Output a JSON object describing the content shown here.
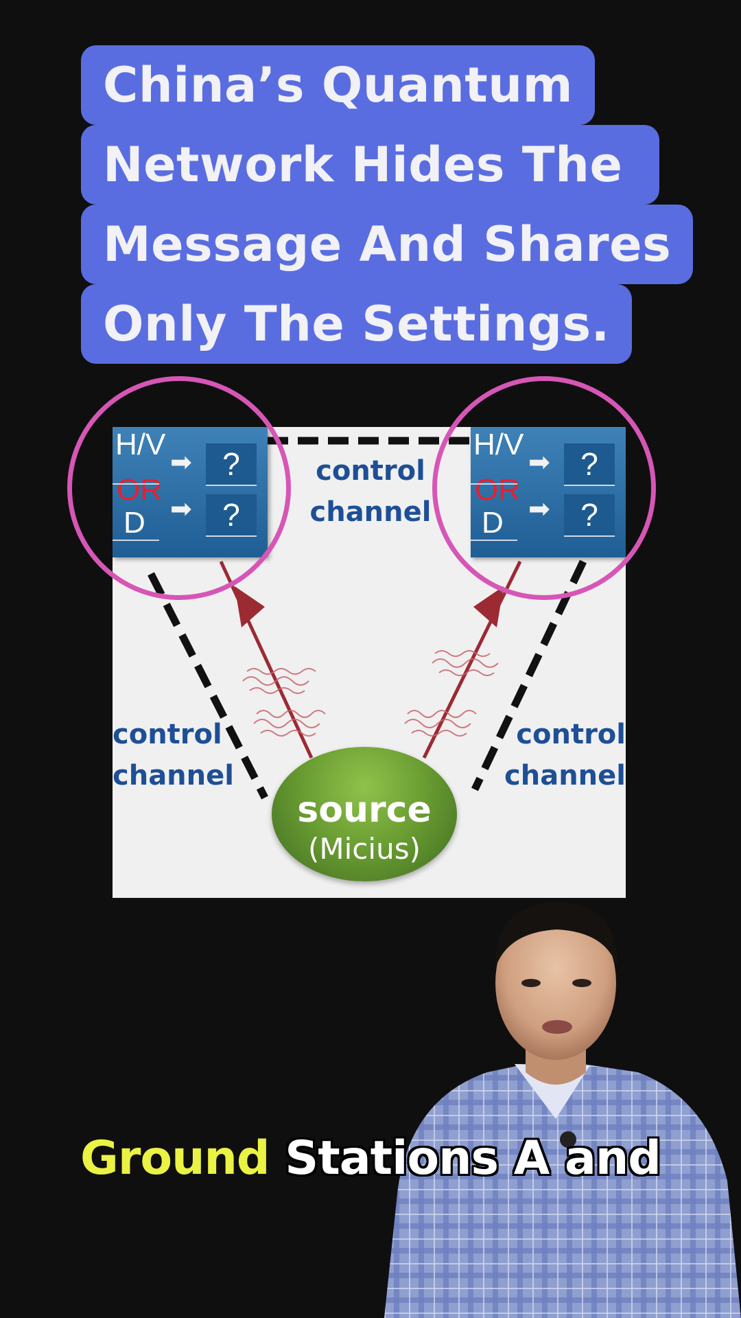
{
  "title": {
    "lines": [
      "China’s Quantum",
      "Network Hides The",
      "Message And Shares",
      "Only The Settings."
    ]
  },
  "diagram": {
    "left_box": {
      "basis_top": "H/V",
      "basis_or": "OR",
      "basis_bottom": "D",
      "arrow_top": "➡",
      "arrow_bottom": "➡",
      "result_top": "?",
      "result_bottom": "?"
    },
    "right_box": {
      "basis_top": "H/V",
      "basis_or": "OR",
      "basis_bottom": "D",
      "arrow_top": "➡",
      "arrow_bottom": "➡",
      "result_top": "?",
      "result_bottom": "?"
    },
    "top_channel": {
      "line1": "control",
      "line2": "channel"
    },
    "left_channel": {
      "line1": "control",
      "line2": "channel"
    },
    "right_channel": {
      "line1": "control",
      "line2": "channel"
    },
    "source": {
      "label": "source",
      "sublabel": "(Micius)"
    },
    "colors": {
      "box_blue": "#1f5e95",
      "or_red": "#e8202e",
      "label_blue": "#1e4f96",
      "beam_red": "#9b2a33",
      "source_green": "#6b9e33",
      "ring_magenta": "#d656b6"
    }
  },
  "caption": {
    "highlight": "Ground",
    "rest": " Stations A and",
    "highlight_color": "#eaf244"
  },
  "presenter": {
    "icon": "presenter-video-feed"
  }
}
